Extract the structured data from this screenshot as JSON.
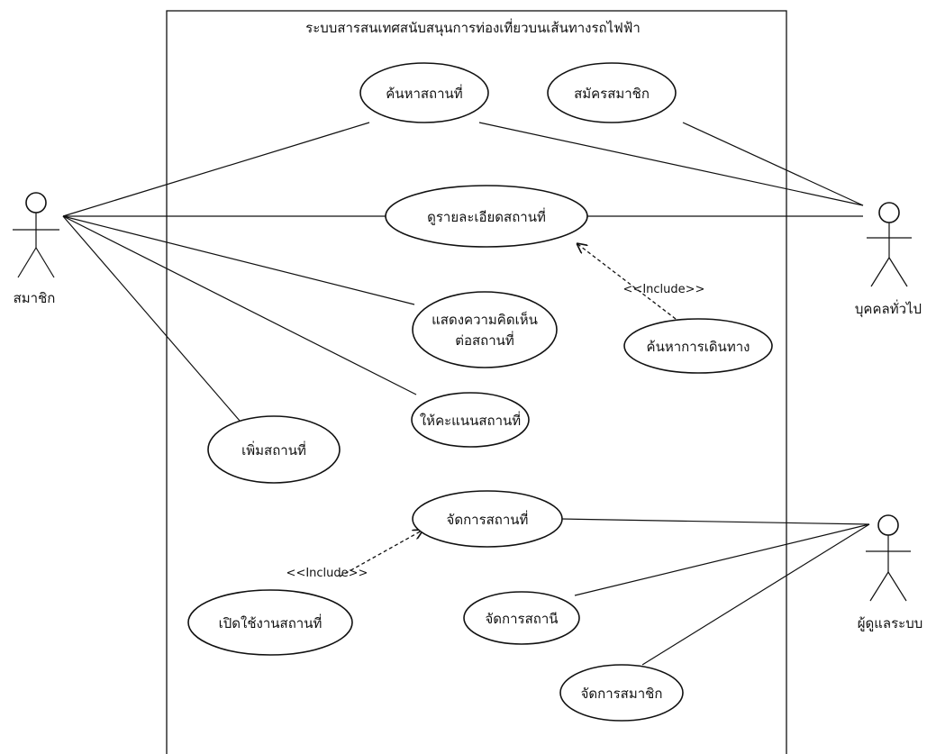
{
  "system": {
    "title": "ระบบสารสนเทศสนับสนุนการท่องเที่ยวบนเส้นทางรถไฟฟ้า"
  },
  "actors": {
    "member": "สมาชิก",
    "general": "บุคคลทั่วไป",
    "admin": "ผู้ดูแลระบบ"
  },
  "use_cases": {
    "search_place": "ค้นหาสถานที่",
    "register": "สมัครสมาชิก",
    "view_detail": "ดูรายละเอียดสถานที่",
    "comment_1": "แสดงความคิดเห็น",
    "comment_2": "ต่อสถานที่",
    "search_route": "ค้นหาการเดินทาง",
    "rate_place": "ให้คะแนนสถานที่",
    "add_place": "เพิ่มสถานที่",
    "manage_place": "จัดการสถานที่",
    "enable_place": "เปิดใช้งานสถานที่",
    "manage_station": "จัดการสถานี",
    "manage_member": "จัดการสมาชิก"
  },
  "stereotypes": {
    "include_1": "<<Include>>",
    "include_2": "<<Include>>"
  }
}
